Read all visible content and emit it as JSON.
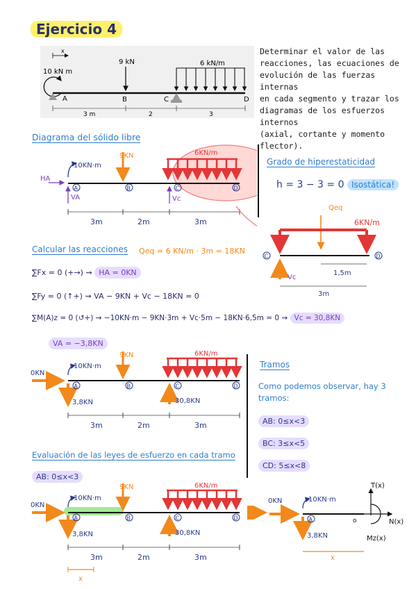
{
  "header": {
    "title": "Ejercicio 4"
  },
  "problem": {
    "labels": {
      "x": "x",
      "load_point": "9 kN",
      "load_dist": "6 kN/m",
      "moment": "10 kN m",
      "A": "A",
      "B": "B",
      "C": "C",
      "D": "D",
      "d1": "3 m",
      "d2": "2",
      "d3": "3"
    },
    "description": [
      "Determinar el valor de las",
      "reacciones, las ecuaciones de",
      "evolución de las fuerzas internas",
      "en cada segmento y trazar los",
      "diagramas de los esfuerzos internos",
      "(axial, cortante y momento flector)."
    ]
  },
  "dsl": {
    "title": "Diagrama del sólido libre",
    "labels": {
      "ha": "HA",
      "moment": "10KN·m",
      "p": "9KN",
      "q": "6KN/m",
      "va": "VA",
      "vc": "Vc",
      "A": "A",
      "B": "B",
      "C": "C",
      "D": "D",
      "d1": "3m",
      "d2": "2m",
      "d3": "3m"
    }
  },
  "hiper": {
    "title": "Grado de hiperestaticidad",
    "formula": "h = 3 − 3 = 0",
    "result": "Isostática!"
  },
  "zoom": {
    "qeq": "Qeq",
    "q": "6KN/m",
    "C": "C",
    "D": "D",
    "vc": "Vc",
    "d15": "1,5m",
    "d3": "3m"
  },
  "reactions": {
    "title": "Calcular las reacciones",
    "qeq_eq": "Qeq = 6 KN/m · 3m = 18KN",
    "fx": "∑Fx = 0 (+→)  ⇝  ",
    "fx_res": "HA = 0KN",
    "fy": "∑Fy = 0 (↑+)  ⇝  VA − 9KN + Vc − 18KN = 0",
    "mz": "∑M(A)z = 0 (↺+)  ⇝  −10KN·m − 9KN·3m + Vc·5m − 18KN·6,5m = 0  ⇝  ",
    "mz_res": "Vc = 30,8KN",
    "va_res": "VA = −3,8KN"
  },
  "solved": {
    "labels": {
      "h": "0KN",
      "moment": "10KN·m",
      "p": "9KN",
      "q": "6KN/m",
      "va": "3,8KN",
      "vc": "30,8KN",
      "A": "A",
      "B": "B",
      "C": "C",
      "D": "D",
      "d1": "3m",
      "d2": "2m",
      "d3": "3m"
    }
  },
  "tramos": {
    "title": "Tramos",
    "text1": "Como podemos observar, hay 3",
    "text2": "tramos:",
    "items": [
      "AB: 0≤x<3",
      "BC: 3≤x<5",
      "CD: 5≤x<8"
    ]
  },
  "evaluation": {
    "title": "Evaluación de las leyes de esfuerzo en cada tramo",
    "tramo": "AB: 0≤x<3",
    "labels": {
      "h": "0KN",
      "moment": "10KN·m",
      "p": "9KN",
      "q": "6KN/m",
      "va": "3,8KN",
      "vc": "30,8KN",
      "A": "A",
      "B": "B",
      "C": "C",
      "D": "D",
      "d1": "3m",
      "d2": "2m",
      "d3": "3m",
      "x": "x"
    },
    "cut": {
      "h": "0KN",
      "moment": "10KN·m",
      "va": "3,8KN",
      "A": "A",
      "o": "o",
      "t": "T(x)",
      "n": "N(x)",
      "m": "Mz(x)",
      "x": "x"
    }
  },
  "colors": {
    "red": "#e33636",
    "orange": "#f2891a",
    "purple": "#7a3fb5",
    "blue": "#2f7dcc",
    "navy": "#2a3a8a"
  }
}
